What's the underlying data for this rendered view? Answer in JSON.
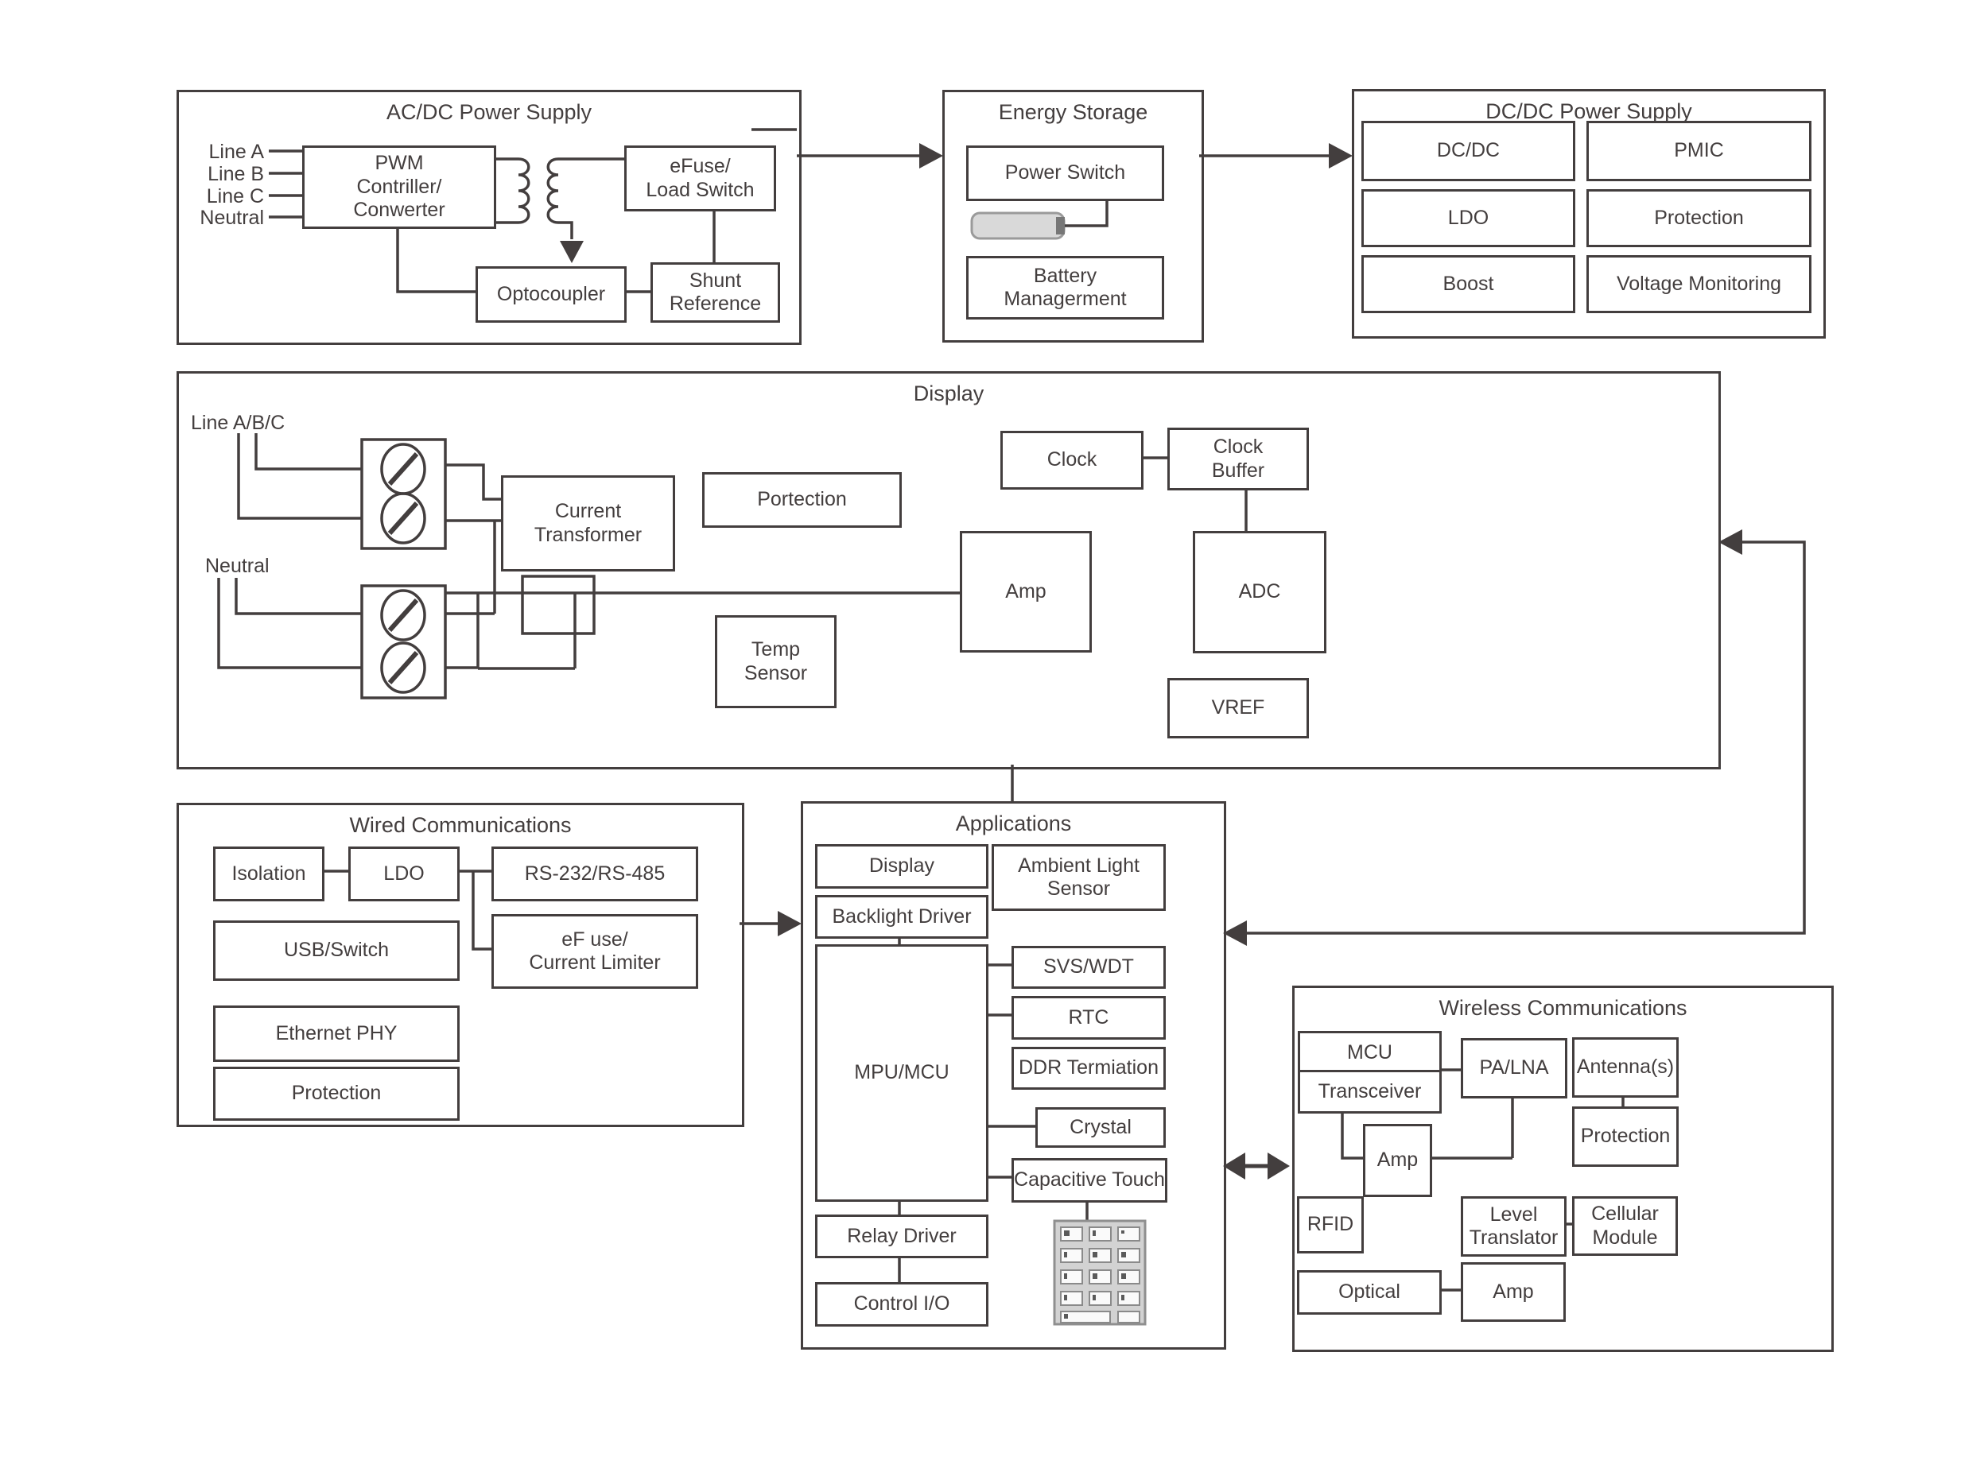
{
  "colors": {
    "line": "#433e3e",
    "background": "#ffffff",
    "battery_fill": "#d9d9d9",
    "battery_cap": "#777777",
    "keypad_fill": "#d2d2d2",
    "key_fill": "#fafafa"
  },
  "acdc": {
    "title": "AC/DC Power Supply",
    "inputs": [
      "Line A",
      "Line B",
      "Line C",
      "Neutral"
    ],
    "pwm": "PWM\nContriller/\nConwerter",
    "efuse": "eFuse/\nLoad Switch",
    "optocoupler": "Optocoupler",
    "shunt": "Shunt\nReference",
    "transformer_icon": "transformer-coil-icon",
    "down_arrow_icon": "down-arrow-icon"
  },
  "energy": {
    "title": "Energy Storage",
    "power_switch": "Power Switch",
    "battery_management": "Battery\nManagerment",
    "battery_icon": "battery-icon"
  },
  "dcdc": {
    "title": "DC/DC Power Supply",
    "items": [
      "DC/DC",
      "PMIC",
      "LDO",
      "Protection",
      "Boost",
      "Voltage Monitoring"
    ]
  },
  "display": {
    "title": "Display",
    "line_label": "Line A/B/C",
    "neutral_label": "Neutral",
    "terminal_icon": "screw-terminal-icon",
    "current_transformer": "Current\nTransformer",
    "portection": "Portection",
    "clock": "Clock",
    "clock_buffer": "Clock\nBuffer",
    "amp": "Amp",
    "adc": "ADC",
    "temp_sensor": "Temp\nSensor",
    "vref": "VREF"
  },
  "wired": {
    "title": "Wired Communications",
    "isolation": "Isolation",
    "ldo": "LDO",
    "rs": "RS-232/RS-485",
    "usb": "USB/Switch",
    "efuse_limiter": "eF use/\nCurrent Limiter",
    "ethernet": "Ethernet PHY",
    "protection": "Protection"
  },
  "apps": {
    "title": "Applications",
    "display": "Display",
    "ambient": "Ambient Light\nSensor",
    "backlight": "Backlight Driver",
    "mpu": "MPU/MCU",
    "svs": "SVS/WDT",
    "rtc": "RTC",
    "ddr": "DDR Termiation",
    "crystal": "Crystal",
    "captouch": "Capacitive Touch",
    "relay": "Relay Driver",
    "controlio": "Control I/O",
    "keypad_icon": "keypad-icon"
  },
  "wireless": {
    "title": "Wireless Communications",
    "mcu": "MCU",
    "transceiver": "Transceiver",
    "pa_lna": "PA/LNA",
    "antennas": "Antenna(s)",
    "protection": "Protection",
    "amp_upper": "Amp",
    "rfid": "RFID",
    "level_translator": "Level\nTranslator",
    "cellular": "Cellular\nModule",
    "optical": "Optical",
    "amp_lower": "Amp"
  }
}
